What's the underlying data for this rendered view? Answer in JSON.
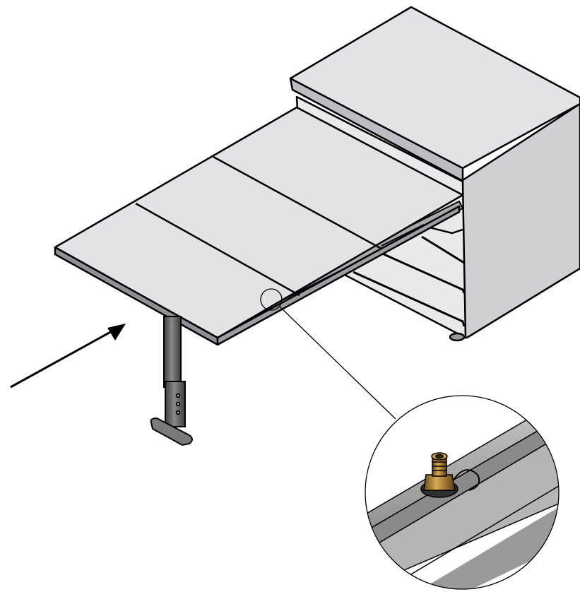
{
  "figure": {
    "type": "technical-isometric-illustration",
    "annotations": [],
    "colors": {
      "background": "#ffffff",
      "outline": "#000000",
      "panel_top": "#e3e3e7",
      "panel_side": "#cfd0d4",
      "panel_dark": "#bcbdc2",
      "metal_leg": "#6a6a6a",
      "brass_fitting": "#b8893a"
    },
    "parts": {
      "cabinet": "drawer-cabinet",
      "extension": "pull-out-table-top",
      "segments": [
        "panel-segment-1",
        "panel-segment-2",
        "panel-segment-3"
      ],
      "support": "adjustable-leg",
      "pointer": "insertion-arrow",
      "detail": "magnified-detail-callout",
      "fitting": "threaded-fitting"
    }
  }
}
